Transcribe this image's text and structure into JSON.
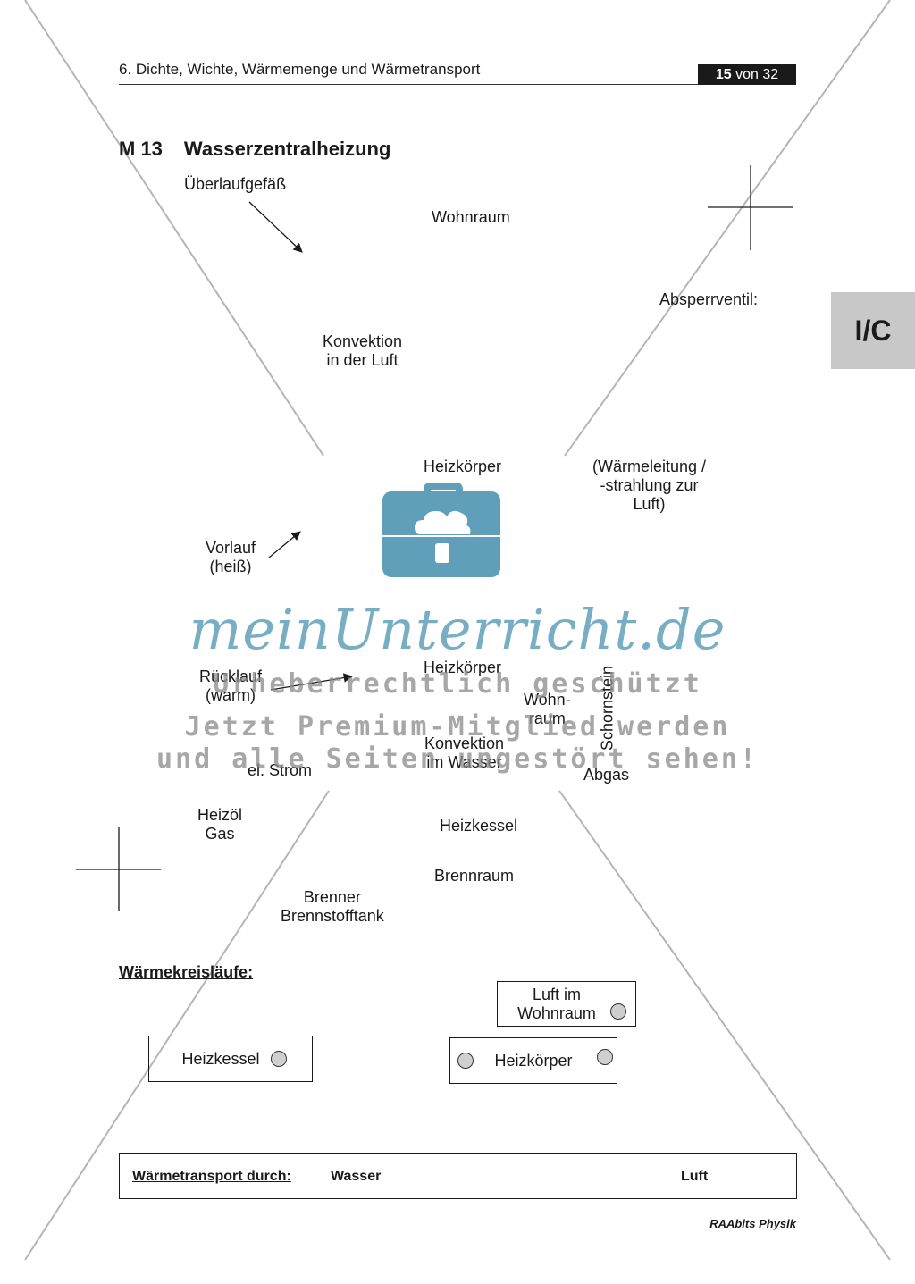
{
  "header": {
    "chapter": "6. Dichte, Wichte, Wärmemenge und Wärmetransport",
    "page_current": "15",
    "page_sep": "von 32"
  },
  "side_tab": "I/C",
  "title": {
    "number": "M 13",
    "text": "Wasserzentralheizung"
  },
  "diagram_labels": {
    "overflow": "Überlaufgefäß",
    "room_top": "Wohnraum",
    "valve": "Absperrventil:",
    "convection_air": [
      "Konvektion",
      "in der Luft"
    ],
    "radiator_top": "Heizkörper",
    "conduction": [
      "(Wärmeleitung /",
      "-strahlung zur",
      "Luft)"
    ],
    "supply": [
      "Vorlauf",
      "(heiß)"
    ],
    "radiator_bottom": "Heizkörper",
    "return": [
      "Rücklauf",
      "(warm)"
    ],
    "room_bottom": [
      "Wohn-",
      "raum"
    ],
    "chimney": "Schornstein",
    "convection_water": [
      "Konvektion",
      "im Wasser"
    ],
    "power": "el. Strom",
    "exhaust": "Abgas",
    "fuel": [
      "Heizöl",
      "Gas"
    ],
    "boiler": "Heizkessel",
    "combustion": "Brennraum",
    "burner_tank": [
      "Brenner",
      "Brennstofftank"
    ]
  },
  "circuits": {
    "heading": "Wärmekreisläufe:",
    "air_box": [
      "Luft im",
      "Wohnraum"
    ],
    "boiler_box": "Heizkessel",
    "radiator_box": "Heizkörper"
  },
  "footer": {
    "label": "Wärmetransport durch:",
    "water": "Wasser",
    "air": "Luft"
  },
  "brand": "RAAbits Physik",
  "watermark": {
    "script": "meinUnterricht.de",
    "line1": "Urheberrechtlich geschützt",
    "line2": "Jetzt Premium-Mitglied werden",
    "line3": "und alle Seiten ungestört sehen!"
  },
  "colors": {
    "briefcase": "#5f9fb9",
    "tab": "#c8c8c8",
    "watermark_text": "#8a8a8a"
  }
}
